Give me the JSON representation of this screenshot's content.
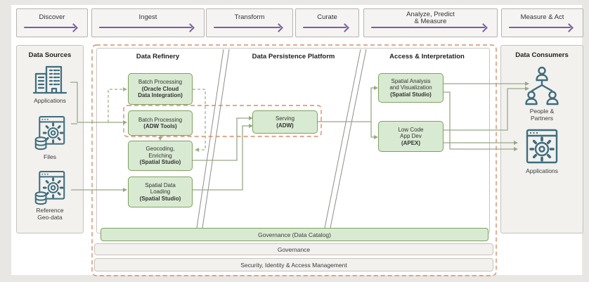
{
  "flow_steps": [
    {
      "label": "Discover"
    },
    {
      "label": "Ingest"
    },
    {
      "label": "Transform"
    },
    {
      "label": "Curate"
    },
    {
      "label": "Analyze, Predict",
      "label2": "& Measure"
    },
    {
      "label": "Measure & Act"
    }
  ],
  "data_sources": {
    "title": "Data Sources",
    "items": [
      {
        "label": "Applications",
        "icon": "buildings-icon"
      },
      {
        "label": "Files",
        "icon": "app-window-gear-database-icon"
      },
      {
        "label": "Reference",
        "label2": "Geo-data",
        "icon": "app-window-gear-database-icon"
      }
    ]
  },
  "data_consumers": {
    "title": "Data Consumers",
    "items": [
      {
        "label": "People &",
        "label2": "Partners",
        "icon": "people-network-icon"
      },
      {
        "label": "Applications",
        "icon": "app-window-gear-icon"
      }
    ]
  },
  "sections": {
    "refinery": "Data Refinery",
    "persistence": "Data Persistence Platform",
    "access": "Access & Interpretation"
  },
  "boxes": {
    "batch_oci": {
      "lines": [
        "Batch Processing",
        "(Oracle Cloud",
        "Data Integration)"
      ]
    },
    "batch_adw": {
      "lines": [
        "Batch Processing",
        "(ADW Tools)"
      ]
    },
    "geocoding": {
      "lines": [
        "Geocoding,",
        "Enriching",
        "(Spatial Studio)"
      ]
    },
    "spatial_loading": {
      "lines": [
        "Spatial Data",
        "Loading",
        "(Spatial Studio)"
      ]
    },
    "serving": {
      "lines": [
        "Serving",
        "(ADW)"
      ]
    },
    "spatial_analysis": {
      "lines": [
        "Spatial Analysis",
        "and Visualization",
        "(Spatial Studio)"
      ]
    },
    "low_code": {
      "lines": [
        "Low Code",
        "App Dev",
        "(APEX)"
      ]
    }
  },
  "bars": {
    "governance_catalog": "Governance (Data Catalog)",
    "governance": "Governance",
    "security": "Security, Identity & Access Management"
  },
  "colors": {
    "flow_arrow": "#7a5f9e",
    "box_fill": "#d9ead2",
    "box_border": "#7fa15f",
    "dashed_outline": "#e08a64",
    "icon_stroke": "#3e6c7d",
    "connector": "#97a888",
    "panel_fill": "#f2f1ee"
  }
}
